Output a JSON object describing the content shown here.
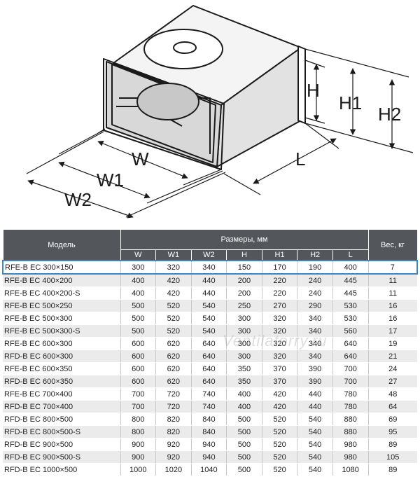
{
  "drawing": {
    "labels": {
      "w": "W",
      "w1": "W1",
      "w2": "W2",
      "l": "L",
      "h": "H",
      "h1": "H1",
      "h2": "H2"
    }
  },
  "table": {
    "header": {
      "model": "Модель",
      "dimensions": "Размеры, мм",
      "weight": "Вес, кг",
      "subcolumns": [
        "W",
        "W1",
        "W2",
        "H",
        "H1",
        "H2",
        "L"
      ]
    },
    "rows": [
      [
        "RFE-B EC 300×150",
        "300",
        "320",
        "340",
        "150",
        "170",
        "190",
        "400",
        "7"
      ],
      [
        "RFE-B EC 400×200",
        "400",
        "420",
        "440",
        "200",
        "220",
        "240",
        "445",
        "11"
      ],
      [
        "RFE-B EC 400×200-S",
        "400",
        "420",
        "440",
        "200",
        "220",
        "240",
        "445",
        "11"
      ],
      [
        "RFE-B EC 500×250",
        "500",
        "520",
        "540",
        "250",
        "270",
        "290",
        "530",
        "16"
      ],
      [
        "RFE-B EC 500×300",
        "500",
        "520",
        "540",
        "300",
        "320",
        "340",
        "530",
        "16"
      ],
      [
        "RFE-B EC 500×300-S",
        "500",
        "520",
        "540",
        "300",
        "320",
        "340",
        "560",
        "17"
      ],
      [
        "RFE-B EC 600×300",
        "600",
        "620",
        "640",
        "300",
        "320",
        "340",
        "640",
        "19"
      ],
      [
        "RFD-B EC 600×300",
        "600",
        "620",
        "640",
        "300",
        "320",
        "340",
        "640",
        "21"
      ],
      [
        "RFE-B EC 600×350",
        "600",
        "620",
        "640",
        "350",
        "370",
        "390",
        "700",
        "24"
      ],
      [
        "RFD-B EC 600×350",
        "600",
        "620",
        "640",
        "350",
        "370",
        "390",
        "700",
        "27"
      ],
      [
        "RFE-B EC 700×400",
        "700",
        "720",
        "740",
        "400",
        "420",
        "440",
        "780",
        "48"
      ],
      [
        "RFD-B EC 700×400",
        "700",
        "720",
        "740",
        "400",
        "420",
        "440",
        "780",
        "64"
      ],
      [
        "RFD-B EC 800×500",
        "800",
        "820",
        "840",
        "500",
        "520",
        "540",
        "880",
        "69"
      ],
      [
        "RFD-B EC 800×500-S",
        "800",
        "820",
        "840",
        "500",
        "520",
        "540",
        "880",
        "95"
      ],
      [
        "RFD-B EC 900×500",
        "900",
        "920",
        "940",
        "500",
        "520",
        "540",
        "980",
        "89"
      ],
      [
        "RFD-B EC 900×500-S",
        "900",
        "920",
        "940",
        "500",
        "520",
        "540",
        "980",
        "105"
      ],
      [
        "RFD-B EC 1000×500",
        "1000",
        "1020",
        "1040",
        "500",
        "520",
        "540",
        "1080",
        "89"
      ]
    ],
    "selected_row": 0
  },
  "watermark": "Ventilatorry.ru",
  "colors": {
    "header_bg": "#53575c",
    "row_alt": "#ebebeb",
    "selection": "#3f86c0"
  }
}
